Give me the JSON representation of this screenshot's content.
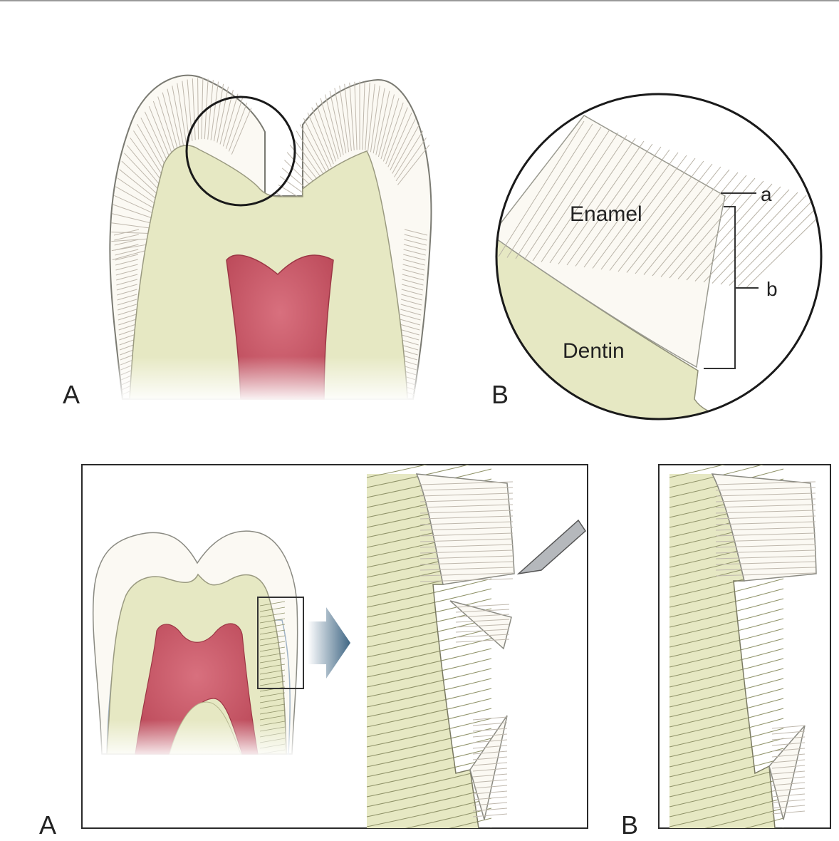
{
  "colors": {
    "enamel": "#fbf9f3",
    "enamel_rods": "#bfb8ad",
    "dentin": "#e6e8c3",
    "dentin_tubules": "#8f9268",
    "pulp": "#cc5a6a",
    "outline": "#3a3a3a",
    "instrument": "#b5b8bc",
    "arrow": "#4d7390"
  },
  "top_figure": {
    "panel_a_label": "A",
    "panel_b_label": "B",
    "enamel_label": "Enamel",
    "dentin_label": "Dentin",
    "marker_a": "a",
    "marker_b": "b"
  },
  "bottom_figure": {
    "panel_a_label": "A",
    "panel_b_label": "B"
  },
  "icons": {
    "arrow": "right-arrow-icon",
    "instrument": "hand-instrument-icon"
  }
}
